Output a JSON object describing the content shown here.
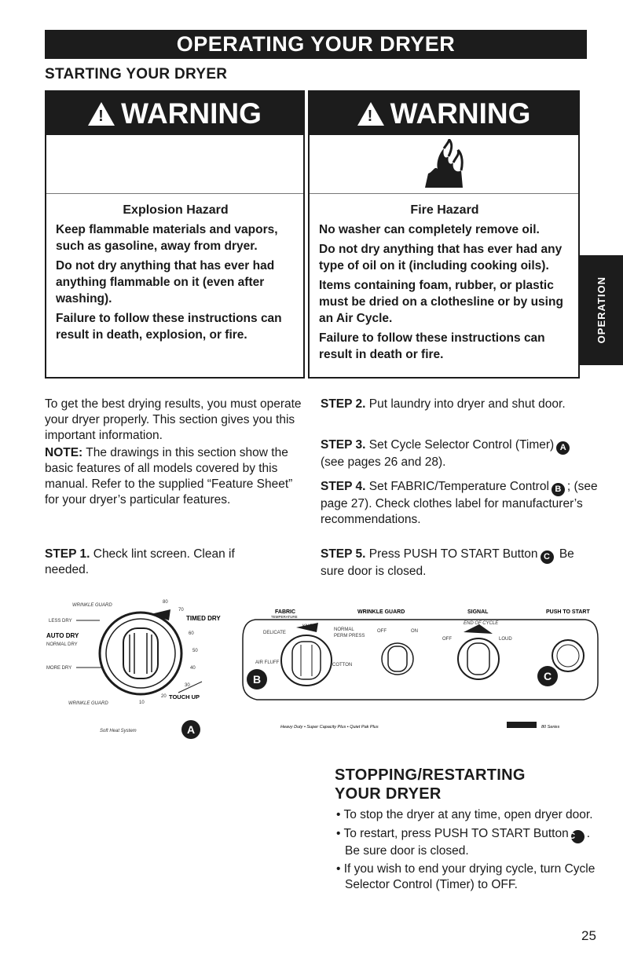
{
  "header": {
    "banner": "OPERATING YOUR DRYER",
    "section_title": "STARTING YOUR DRYER"
  },
  "warnings": [
    {
      "heading": "WARNING",
      "icon": "explosion-warning-icon",
      "hazard": "Explosion Hazard",
      "lines": [
        "Keep flammable materials and vapors, such as gasoline, away from dryer.",
        "Do not dry anything that has ever had anything flammable on it (even after washing).",
        "Failure to follow these instructions can result in death, explosion, or fire."
      ]
    },
    {
      "heading": "WARNING",
      "icon": "fire-icon",
      "hazard": "Fire Hazard",
      "lines": [
        "No washer can completely remove oil.",
        "Do not dry anything that has ever had any type of oil on it (including cooking oils).",
        "Items containing foam, rubber, or plastic must be dried on a clothesline or by using an Air Cycle.",
        "Failure to follow these instructions can result in death or fire."
      ]
    }
  ],
  "side_tab": "OPERATION",
  "intro": {
    "p1": "To get the best drying results, you must operate your dryer properly. This section gives you this important information.",
    "note_label": "NOTE:",
    "note_text": " The drawings in this section show the basic features of all models covered by this manual. Refer to the supplied “Feature Sheet” for your dryer’s particular features."
  },
  "steps": {
    "s1_label": "STEP 1.",
    "s1_text": " Check lint screen. Clean if needed.",
    "s2_label": "STEP 2.",
    "s2_text": " Put laundry into dryer and shut door.",
    "s3_label": "STEP 3.",
    "s3_text_a": " Set Cycle Selector Control (Timer)",
    "s3_text_b": " (see pages 26 and 28).",
    "s4_label": "STEP 4.",
    "s4_text_a": " Set FABRIC/Temperature Control",
    "s4_text_b": "; (see page 27). Check clothes label for manufacturer’s recommendations.",
    "s5_label": "STEP 5.",
    "s5_text_a": " Press PUSH TO START Button",
    "s5_text_b": " Be sure door is closed."
  },
  "callouts": {
    "a": "A",
    "b": "B",
    "c": "C"
  },
  "dial": {
    "timed_dry": "TIMED DRY",
    "less_dry": "LESS DRY",
    "auto_dry": "AUTO DRY",
    "normal_dry": "NORMAL DRY",
    "more_dry": "MORE DRY",
    "touch_up": "TOUCH UP",
    "wrinkle_guard_top": "WRINKLE GUARD",
    "wrinkle_guard_bottom": "WRINKLE GUARD",
    "num_80": "80",
    "num_70": "70",
    "num_60": "60",
    "num_50": "50",
    "num_40": "40",
    "num_30": "30",
    "num_20": "20",
    "num_10": "10",
    "footer": "Soft Heat System"
  },
  "controls": {
    "fabric": "FABRIC",
    "temperature": "TEMPERATURE",
    "wrinkle_guard": "WRINKLE GUARD",
    "signal": "SIGNAL",
    "push_to_start": "PUSH TO START",
    "knit": "KNIT",
    "delicate": "DELICATE",
    "normal": "NORMAL",
    "perm_press": "PERM PRESS",
    "air_fluff": "AIR FLUFF",
    "cotton": "COTTON",
    "off": "OFF",
    "on": "ON",
    "end_of_cycle": "END OF CYCLE",
    "signal_off": "OFF",
    "loud": "LOUD",
    "footer": "Heavy Duty  •  Super Capacity Plus  •  Quiet Pak Plus",
    "series": "80 Series"
  },
  "stopping": {
    "title_1": "STOPPING/RESTARTING",
    "title_2": "YOUR DRYER",
    "b1": "• To stop the dryer at any time, open dryer door.",
    "b2_a": "• To restart, press PUSH TO START Button",
    "b2_b": ". Be sure door is closed.",
    "b3": "• If you wish to end your drying cycle, turn Cycle Selector Control (Timer) to OFF."
  },
  "page_number": "25"
}
